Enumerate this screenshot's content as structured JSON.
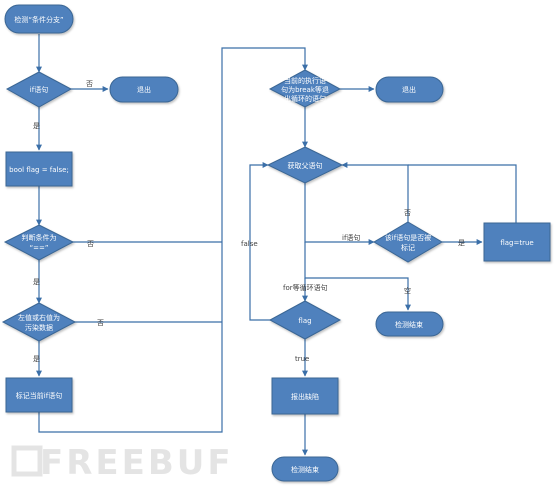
{
  "nodes": {
    "start": {
      "label": "检测“条件分支”"
    },
    "if_stmt": {
      "label": "if语句"
    },
    "exit1": {
      "label": "退出"
    },
    "bool_flag": {
      "label": "bool flag = false;"
    },
    "judge": {
      "label": [
        "判断条件为",
        "“==”"
      ]
    },
    "lr_value": {
      "label": [
        "左值或右值为",
        "污染数据"
      ]
    },
    "mark_if": {
      "label": "标记当前if语句"
    },
    "break_stmt": {
      "label": [
        "当前的执行语",
        "句为break等退",
        "出循环的语句"
      ]
    },
    "exit2": {
      "label": "退出"
    },
    "get_parent": {
      "label": "获取父语句"
    },
    "is_marked": {
      "label": [
        "该if语句是否被",
        "标记"
      ]
    },
    "flag_true": {
      "label": "flag=true"
    },
    "flag": {
      "label": "flag"
    },
    "end1": {
      "label": "检测结束"
    },
    "report": {
      "label": "报出缺陷"
    },
    "end2": {
      "label": "检测结束"
    }
  },
  "edge_labels": {
    "if_no": "否",
    "if_yes": "是",
    "judge_no": "否",
    "judge_yes": "是",
    "lr_no": "否",
    "lr_yes": "是",
    "parent_if": "if语句",
    "marked_no": "否",
    "marked_yes": "是",
    "false_label": "false",
    "for_loop": "for等循环语句",
    "empty": "空",
    "true_label": "true"
  },
  "watermark": "FREEBUF",
  "colors": {
    "node_fill": "#4f81bd",
    "node_stroke": "#3a6694",
    "edge": "#3b6fa8",
    "text": "#ffffff",
    "watermark": "#e4e4e4"
  }
}
